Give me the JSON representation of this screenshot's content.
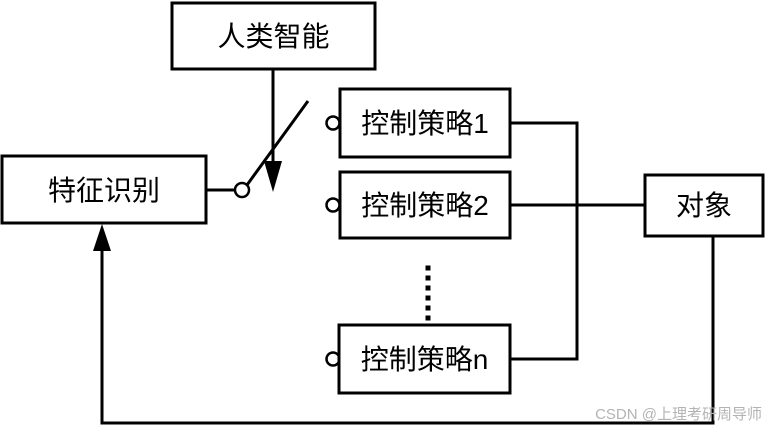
{
  "diagram": {
    "type": "block-diagram",
    "description_colors": {
      "line": "#000000",
      "background": "#ffffff"
    },
    "nodes": {
      "human_intelligence": {
        "label": "人类智能"
      },
      "feature_recognition": {
        "label": "特征识别"
      },
      "object": {
        "label": "对象"
      }
    },
    "strategies": [
      {
        "label": "控制策略1"
      },
      {
        "label": "控制策略2"
      },
      {
        "label": "控制策略n"
      }
    ],
    "ellipsis": {
      "dot_count": 6
    }
  },
  "watermark": {
    "text": "CSDN @上理考研周导师",
    "color": "#b3b3b3"
  }
}
